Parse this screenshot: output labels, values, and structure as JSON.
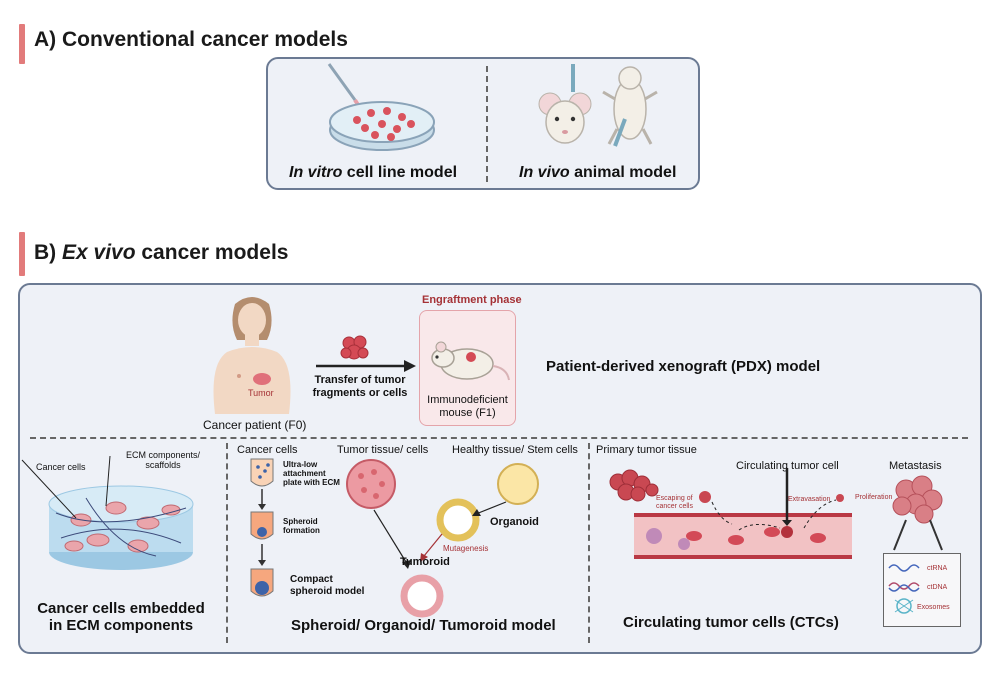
{
  "sectionA": {
    "title": "A) Conventional cancer models",
    "invitro_em": "In vitro",
    "invitro_rest": " cell line model",
    "invivo_em": "In vivo",
    "invivo_rest": " animal model"
  },
  "sectionB": {
    "title_prefix": "B) ",
    "title_em": "Ex vivo",
    "title_rest": " cancer models"
  },
  "pdx": {
    "tumor_label": "Tumor",
    "patient_label": "Cancer patient (F0)",
    "transfer_label_1": "Transfer of tumor",
    "transfer_label_2": "fragments or cells",
    "engraftment_label": "Engraftment phase",
    "mouse_label_1": "Immunodeficient",
    "mouse_label_2": "mouse (F1)",
    "model_title": "Patient-derived xenograft (PDX) model"
  },
  "ecm": {
    "cancer_cells_label": "Cancer cells",
    "ecm_label_1": "ECM components/",
    "ecm_label_2": "scaffolds",
    "title_1": "Cancer cells embedded",
    "title_2": "in ECM components"
  },
  "spheroid": {
    "cancer_cells": "Cancer cells",
    "ultra_1": "Ultra-low",
    "ultra_2": "attachment",
    "ultra_3": "plate with ECM",
    "spheroid_1": "Spheroid",
    "spheroid_2": "formation",
    "compact_1": "Compact",
    "compact_2": "spheroid model",
    "tumor_tissue": "Tumor tissue/ cells",
    "healthy_tissue": "Healthy tissue/ Stem cells",
    "organoid": "Organoid",
    "mutagenesis": "Mutagenesis",
    "tumoroid": "Tumoroid",
    "title": "Spheroid/ Organoid/ Tumoroid model"
  },
  "ctc": {
    "primary": "Primary tumor tissue",
    "escaping_1": "Escaping of",
    "escaping_2": "cancer cells",
    "circulating": "Circulating tumor cell",
    "extravasation": "Extravasation",
    "proliferation": "Proliferation",
    "metastasis": "Metastasis",
    "ctrna": "ctRNA",
    "ctdna": "ctDNA",
    "exosomes": "Exosomes",
    "title": "Circulating tumor cells (CTCs)"
  },
  "colors": {
    "accent_bar": "#e27b7b",
    "panel_border": "#6b7a93",
    "panel_fill": "#eef1f7",
    "label_red": "#a53236"
  }
}
